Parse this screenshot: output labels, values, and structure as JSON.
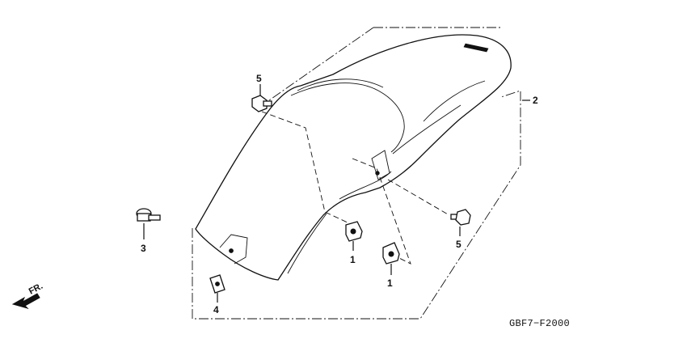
{
  "callouts": {
    "clip_left": "1",
    "clip_right": "1",
    "rear_fender": "2",
    "bolt_left": "3",
    "nut_plate": "4",
    "screw_top": "5",
    "screw_right": "5"
  },
  "direction_label": "FR.",
  "diagram_code": "GBF7−F2000"
}
